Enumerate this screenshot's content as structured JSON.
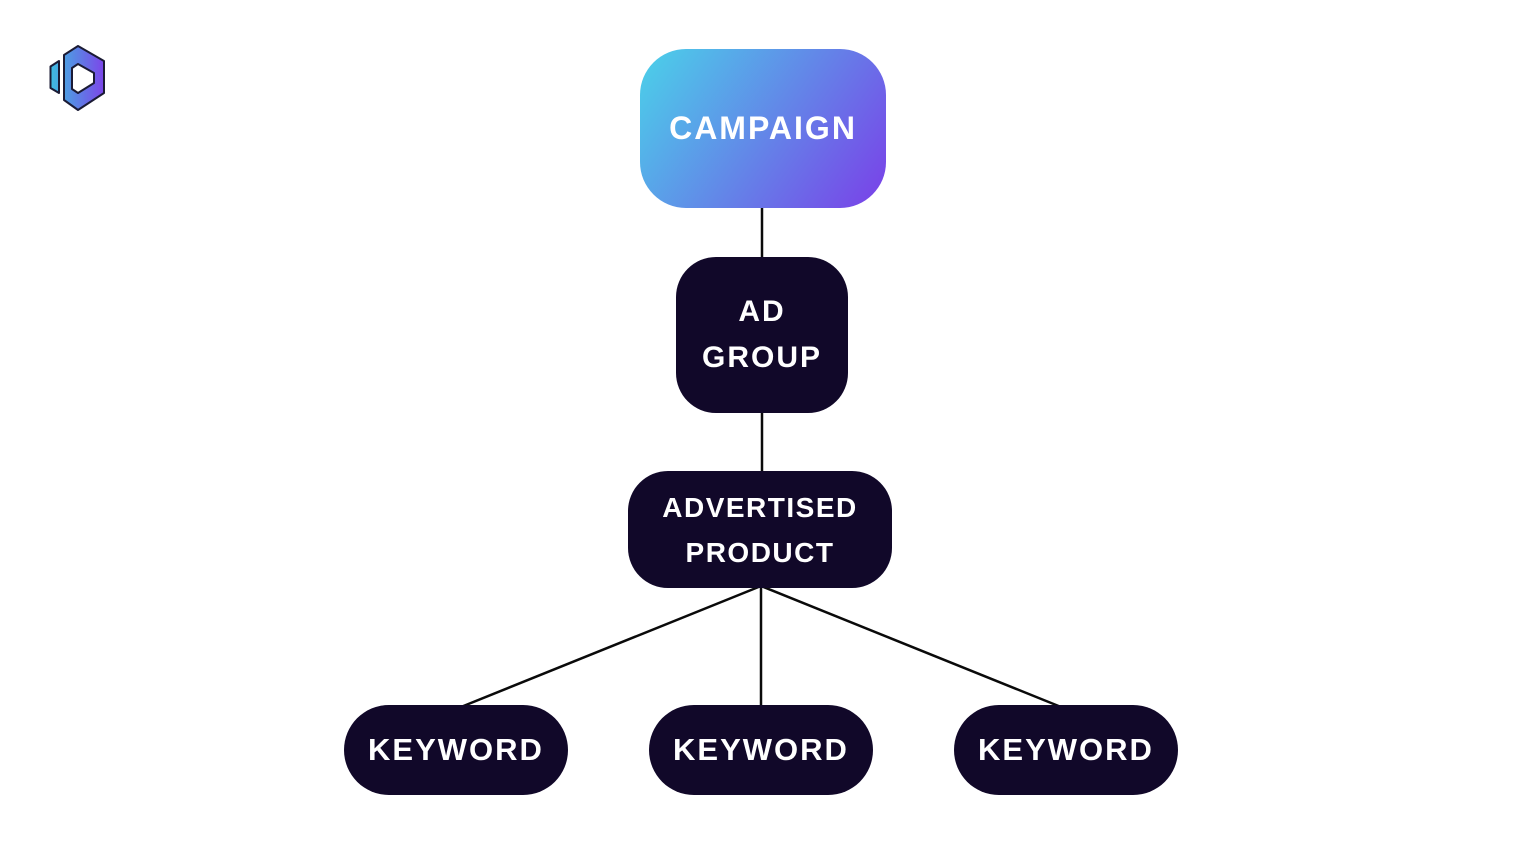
{
  "colors": {
    "page_bg": "#ffffff",
    "node_dark": "#110829",
    "campaign_gradient_from": "#4ad2e9",
    "campaign_gradient_to": "#7a3fe8",
    "connector": "#0a0a0a",
    "node_text": "#ffffff",
    "logo_gradient_from": "#38c6e0",
    "logo_gradient_to": "#8338ea",
    "logo_outline": "#1b1b35"
  },
  "logo": {
    "name": "ID hexagon logo"
  },
  "diagram": {
    "nodes": {
      "campaign": {
        "label": "CAMPAIGN"
      },
      "ad_group": {
        "line1": "AD",
        "line2": "GROUP"
      },
      "advertised_product": {
        "line1": "ADVERTISED",
        "line2": "PRODUCT"
      },
      "keyword_left": {
        "label": "KEYWORD"
      },
      "keyword_middle": {
        "label": "KEYWORD"
      },
      "keyword_right": {
        "label": "KEYWORD"
      }
    }
  }
}
